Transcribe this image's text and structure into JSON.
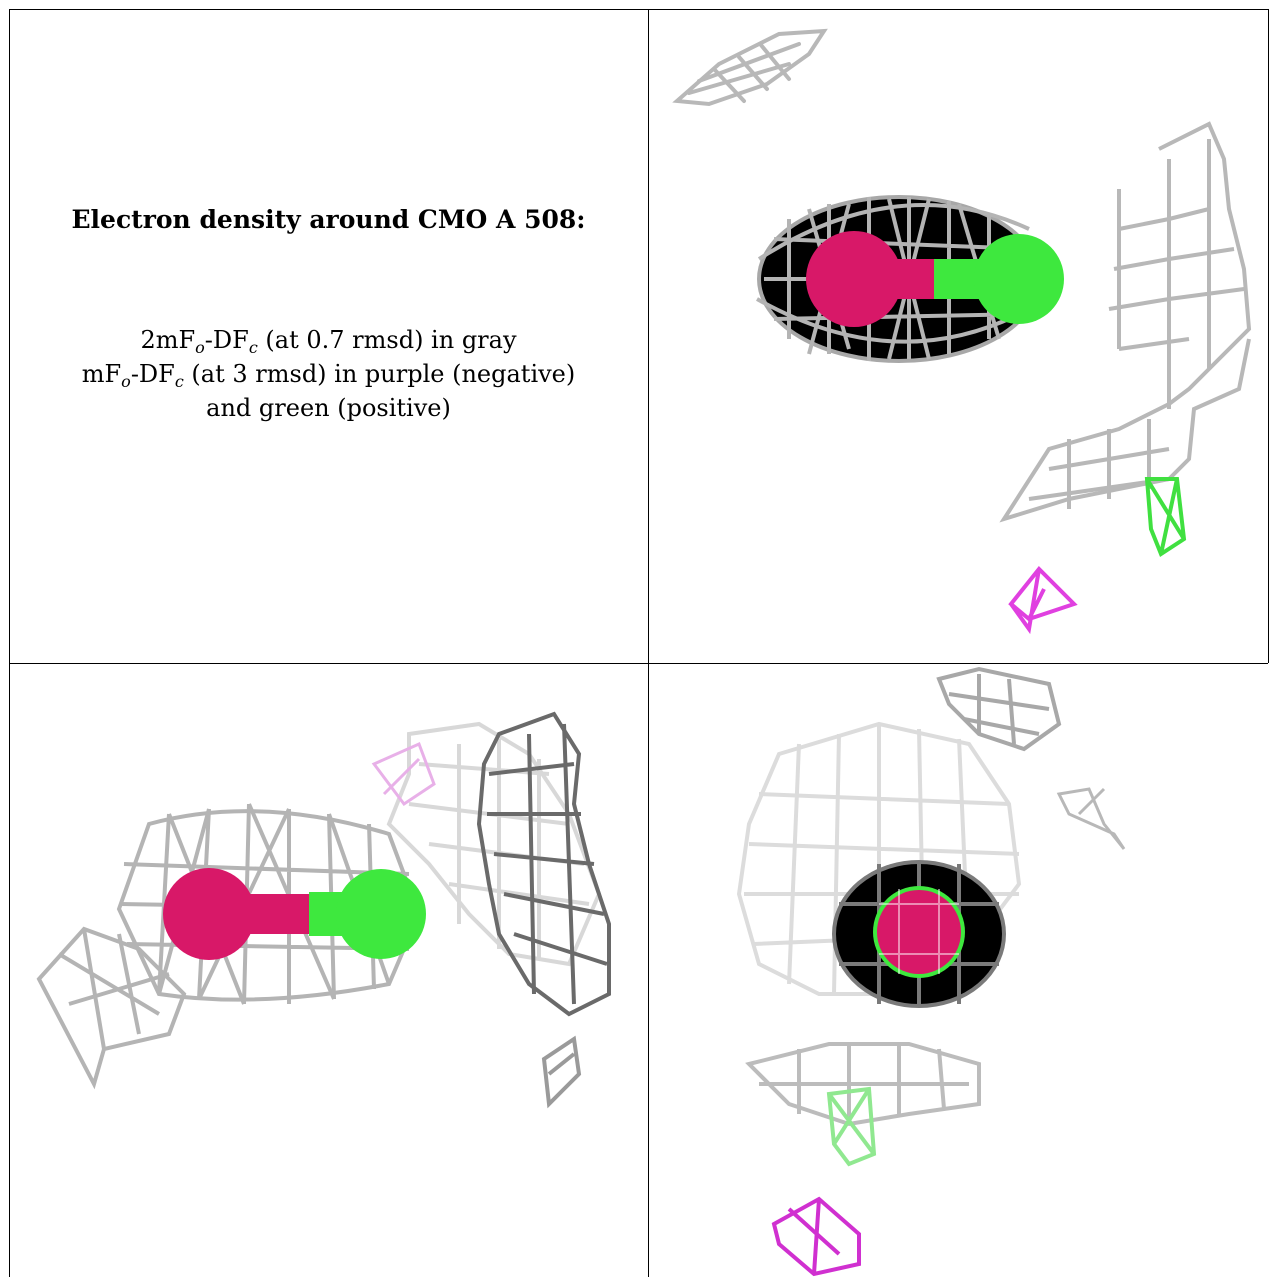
{
  "caption": {
    "title": "Electron density around CMO A 508:",
    "line1_prefix": "2mF",
    "line1_sub1": "o",
    "line1_mid": "-DF",
    "line1_sub2": "c",
    "line1_suffix": " (at 0.7 rmsd) in gray",
    "line2_prefix": "mF",
    "line2_sub1": "o",
    "line2_mid": "-DF",
    "line2_sub2": "c",
    "line2_suffix": " (at 3 rmsd) in purple (negative)",
    "line3": "and green (positive)"
  },
  "colors": {
    "map_2fofc": "#b4b4b4",
    "map_fofc_negative": "#e040e0",
    "map_fofc_positive": "#40e040",
    "oxygen_atom": "#e0186a",
    "carbon_atom": "#3ee83e",
    "border": "#000000"
  },
  "views": [
    {
      "id": "view-1",
      "position": "top-right"
    },
    {
      "id": "view-2",
      "position": "bottom-left"
    },
    {
      "id": "view-3",
      "position": "bottom-right"
    }
  ]
}
